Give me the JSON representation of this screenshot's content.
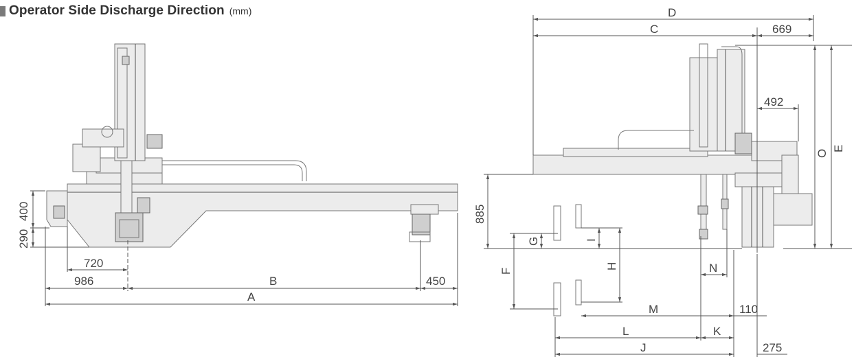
{
  "title": {
    "text": "Operator Side Discharge Direction",
    "unit": "(mm)"
  },
  "left_view": {
    "dims": {
      "d400": "400",
      "d290": "290",
      "d720": "720",
      "d986": "986",
      "dB": "B",
      "d450": "450",
      "dA": "A"
    }
  },
  "right_view": {
    "dims": {
      "dD": "D",
      "dC": "C",
      "d669": "669",
      "d492": "492",
      "dO": "O",
      "dE": "E",
      "d885": "885",
      "dG": "G",
      "dI": "I",
      "dF": "F",
      "dH": "H",
      "dN": "N",
      "dM": "M",
      "d110": "110",
      "dL": "L",
      "dK": "K",
      "dJ": "J",
      "d275": "275"
    }
  }
}
